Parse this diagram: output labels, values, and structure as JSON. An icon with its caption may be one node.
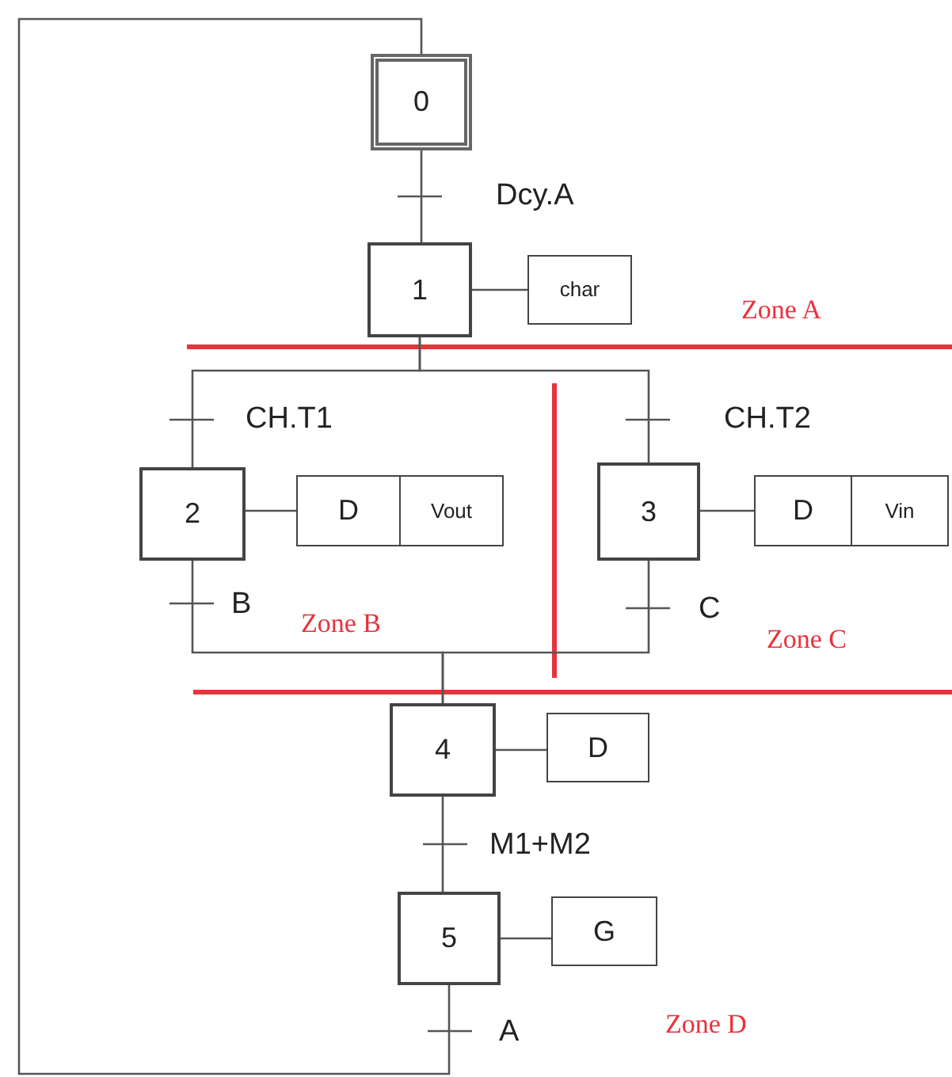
{
  "diagram": {
    "nodes": [
      {
        "text": [
          "0"
        ]
      },
      {
        "text": [
          "1"
        ]
      },
      {
        "text": [
          "char"
        ]
      },
      {
        "text": [
          "2"
        ]
      },
      {
        "text": [
          "D",
          "Vout"
        ]
      },
      {
        "text": [
          "3"
        ]
      },
      {
        "text": [
          "D",
          "Vin"
        ]
      },
      {
        "text": [
          "4"
        ]
      },
      {
        "text": [
          "D"
        ]
      },
      {
        "text": [
          "5"
        ]
      },
      {
        "text": [
          "G"
        ]
      }
    ],
    "edges": [
      {
        "from": 0,
        "to": 1,
        "arrow": "none",
        "label": "Dcy.A"
      },
      {
        "from": 1,
        "to": 2,
        "arrow": "none"
      },
      {
        "from": 1,
        "to": 3,
        "arrow": "none",
        "label": "CH.T1"
      },
      {
        "from": 1,
        "to": 5,
        "arrow": "none",
        "label": "CH.T2"
      },
      {
        "from": 3,
        "to": 4,
        "arrow": "none"
      },
      {
        "from": 5,
        "to": 6,
        "arrow": "none"
      },
      {
        "from": 3,
        "to": 7,
        "arrow": "none",
        "label": "B"
      },
      {
        "from": 5,
        "to": 7,
        "arrow": "none",
        "label": "C"
      },
      {
        "from": 7,
        "to": 8,
        "arrow": "none"
      },
      {
        "from": 7,
        "to": 9,
        "arrow": "none",
        "label": "M1+M2"
      },
      {
        "from": 9,
        "to": 10,
        "arrow": "none"
      },
      {
        "from": 9,
        "to": 0,
        "arrow": "none",
        "label": "A"
      }
    ],
    "labels": [
      "Zone A",
      "Zone B",
      "Zone C",
      "Zone D"
    ]
  }
}
